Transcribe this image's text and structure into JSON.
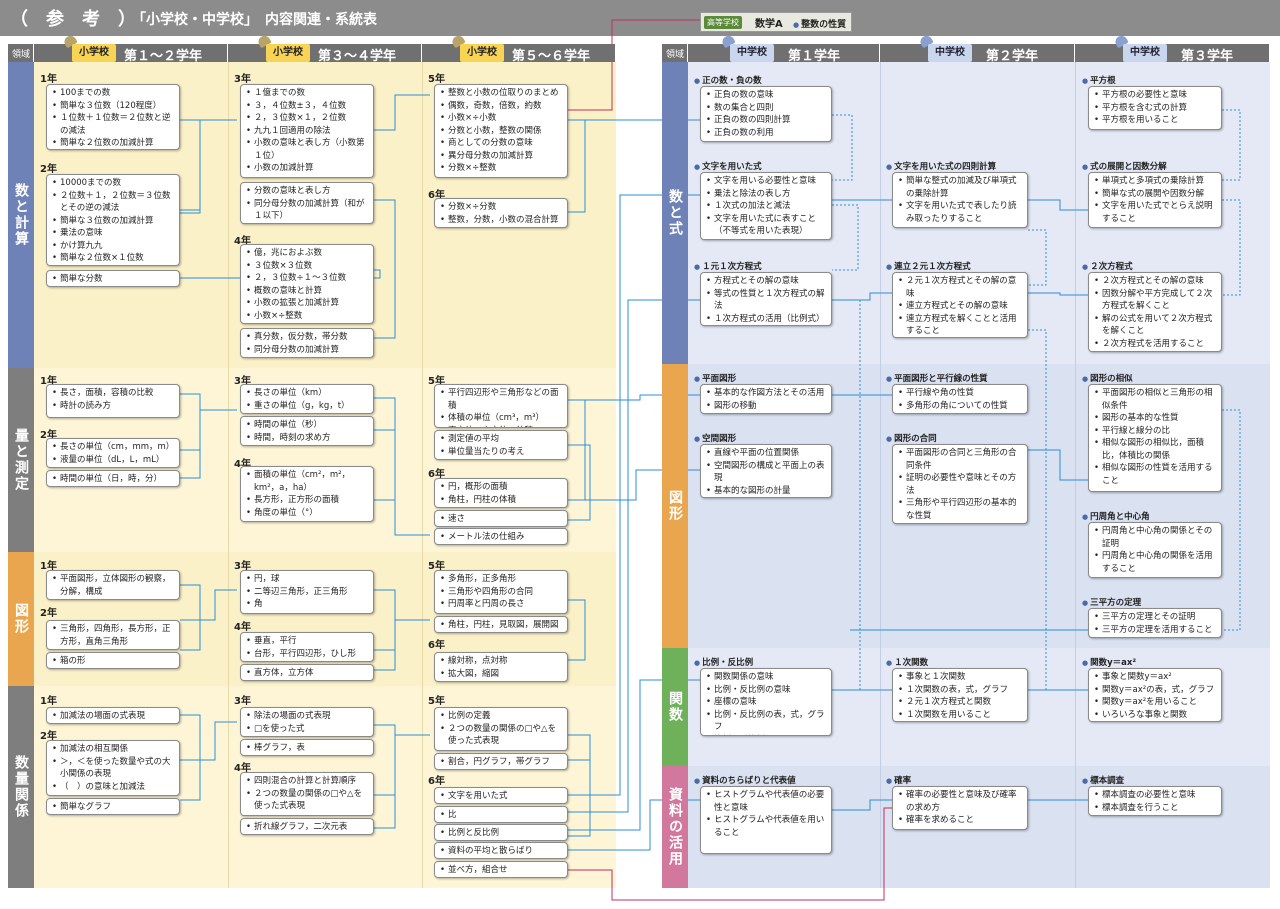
{
  "header": {
    "title": "（　参　考　）",
    "subtitle": "「小学校・中学校」　内容関連・系統表"
  },
  "high_school": {
    "badge": "高等学校",
    "subject": "数学A",
    "topic": "整数の性質"
  },
  "columns": {
    "area_label": "領域",
    "el_badge": "小学校",
    "jh_badge": "中学校",
    "el": [
      "第１～２学年",
      "第３～４学年",
      "第５～６学年"
    ],
    "jh": [
      "第１学年",
      "第２学年",
      "第３学年"
    ]
  },
  "domains_el": [
    "数と計算",
    "量と測定",
    "図形",
    "数量関係"
  ],
  "domains_jh": [
    "数と式",
    "図形",
    "関数",
    "資料の活用"
  ],
  "colors": {
    "el_bg": "#fbf1c8",
    "el_bg_alt": "#fdf7df",
    "jh_bg": "#dde4f3",
    "jh_bg_alt": "#e9eef8",
    "dom_el": [
      "#6e82b8",
      "#7e7e7e",
      "#e9a64e",
      "#7e7e7e"
    ],
    "dom_jh": [
      "#6e82b8",
      "#e9a64e",
      "#6fb15a",
      "#d2789d"
    ],
    "line_solid": "#2b8fd6",
    "line_dotted": "#2b8fd6",
    "line_hs": "#c0305a"
  },
  "years": {
    "y1": "1年",
    "y2": "2年",
    "y3": "3年",
    "y4": "4年",
    "y5": "5年",
    "y6": "6年"
  },
  "boxes": {
    "k12a": [
      "100までの数",
      "簡単な３位数（120程度）",
      "１位数＋１位数＝２位数と逆の減法",
      "簡単な２位数の加減計算"
    ],
    "k12b": [
      "10000までの数",
      "２位数＋１，２位数＝３位数とその逆の減法",
      "簡単な３位数の加減計算",
      "乗法の意味",
      "かけ算九九",
      "簡単な２位数×１位数"
    ],
    "k12c": [
      "簡単な分数"
    ],
    "k34a": [
      "１億までの数",
      "３，４位数±３，４位数",
      "２，３位数×１，２位数",
      "九九１回適用の除法",
      "小数の意味と表し方（小数第１位）",
      "小数の加減計算"
    ],
    "k34b": [
      "分数の意味と表し方",
      "同分母分数の加減計算（和が１以下）"
    ],
    "k34c": [
      "億，兆におよぶ数",
      "３位数×３位数",
      "２，３位数÷１～３位数",
      "概数の意味と計算",
      "小数の拡張と加減計算",
      "小数×÷整数"
    ],
    "k34d": [
      "真分数，仮分数，帯分数",
      "同分母分数の加減計算"
    ],
    "k56a": [
      "整数と小数の位取りのまとめ",
      "偶数，奇数，倍数，約数",
      "小数×÷小数",
      "分数と小数，整数の関係",
      "商としての分数の意味",
      "異分母分数の加減計算",
      "分数×÷整数"
    ],
    "k56b": [
      "分数×÷分数",
      "整数，分数，小数の混合計算"
    ],
    "r12a": [
      "長さ，面積，容積の比較",
      "時計の読み方"
    ],
    "r12b": [
      "長さの単位（cm，mm，m）",
      "液量の単位（dL，L，mL）"
    ],
    "r12c": [
      "時間の単位（日，時，分）"
    ],
    "r34a": [
      "長さの単位（km）",
      "重さの単位（g，kg，t）"
    ],
    "r34b": [
      "時間の単位（秒）",
      "時間，時刻の求め方"
    ],
    "r34c": [
      "面積の単位（cm²，m²，km²，a，ha）",
      "長方形，正方形の面積",
      "角度の単位（°）"
    ],
    "r56a": [
      "平行四辺形や三角形などの面積",
      "体積の単位（cm³，m³）",
      "直方体，立方体の体積"
    ],
    "r56b": [
      "測定値の平均",
      "単位量当たりの考え"
    ],
    "r56c": [
      "円，概形の面積",
      "角柱，円柱の体積"
    ],
    "r56d": [
      "速さ"
    ],
    "r56e": [
      "メートル法の仕組み"
    ],
    "z12a": [
      "平面図形，立体図形の観察，分解，構成"
    ],
    "z12b": [
      "三角形，四角形，長方形，正方形，直角三角形"
    ],
    "z12c": [
      "箱の形"
    ],
    "z34a": [
      "円，球",
      "二等辺三角形，正三角形",
      "角"
    ],
    "z34b": [
      "垂直，平行",
      "台形，平行四辺形，ひし形"
    ],
    "z34c": [
      "直方体，立方体"
    ],
    "z56a": [
      "多角形，正多角形",
      "三角形や四角形の合同",
      "円周率と円周の長さ"
    ],
    "z56b": [
      "角柱，円柱，見取図，展開図"
    ],
    "z56c": [
      "線対称，点対称",
      "拡大図，縮図"
    ],
    "s12a": [
      "加減法の場面の式表現"
    ],
    "s12b": [
      "加減法の相互関係",
      "＞，＜を使った数量や式の大小関係の表現",
      "（　）の意味と加減法"
    ],
    "s12c": [
      "簡単なグラフ"
    ],
    "s34a": [
      "除法の場面の式表現",
      "□を使った式"
    ],
    "s34b": [
      "棒グラフ，表"
    ],
    "s34c": [
      "四則混合の計算と計算順序",
      "２つの数量の関係の□や△を使った式表現"
    ],
    "s34d": [
      "折れ線グラフ，二次元表"
    ],
    "s56a": [
      "比例の定義",
      "２つの数量の関係の□や△を使った式表現"
    ],
    "s56b": [
      "割合，円グラフ，帯グラフ"
    ],
    "s56c": [
      "文字を用いた式"
    ],
    "s56d": [
      "比"
    ],
    "s56e": [
      "比例と反比例"
    ],
    "s56f": [
      "資料の平均と散らばり"
    ],
    "s56g": [
      "並べ方，組合せ"
    ],
    "j1a": [
      "正負の数の意味",
      "数の集合と四則",
      "正負の数の四則計算",
      "正負の数の利用"
    ],
    "j1b": [
      "文字を用いる必要性と意味",
      "乗法と除法の表し方",
      "１次式の加法と減法",
      "文字を用いた式に表すこと（不等式を用いた表現）"
    ],
    "j1c": [
      "方程式とその解の意味",
      "等式の性質と１次方程式の解法",
      "１次方程式の活用（比例式）"
    ],
    "j2a": [
      "簡単な整式の加減及び単項式の乗除計算",
      "文字を用いた式で表したり読み取ったりすること"
    ],
    "j2b": [
      "２元１次方程式とその解の意味",
      "連立方程式とその解の意味",
      "連立方程式を解くことと活用すること"
    ],
    "j3a": [
      "平方根の必要性と意味",
      "平方根を含む式の計算",
      "平方根を用いること"
    ],
    "j3b": [
      "単項式と多項式の乗除計算",
      "簡単な式の展開や因数分解",
      "文字を用いた式でとらえ説明すること"
    ],
    "j3c": [
      "２次方程式とその解の意味",
      "因数分解や平方完成して２次方程式を解くこと",
      "解の公式を用いて２次方程式を解くこと",
      "２次方程式を活用すること"
    ],
    "g1a": [
      "基本的な作図方法とその活用",
      "図形の移動"
    ],
    "g1b": [
      "直線や平面の位置関係",
      "空間図形の構成と平面上の表現",
      "基本的な図形の計量"
    ],
    "g2a": [
      "平行線や角の性質",
      "多角形の角についての性質"
    ],
    "g2b": [
      "平面図形の合同と三角形の合同条件",
      "証明の必要性や意味とその方法",
      "三角形や平行四辺形の基本的な性質"
    ],
    "g3a": [
      "平面図形の相似と三角形の相似条件",
      "図形の基本的な性質",
      "平行線と線分の比",
      "相似な図形の相似比，面積比，体積比の関係",
      "相似な図形の性質を活用すること"
    ],
    "g3b": [
      "円周角と中心角の関係とその証明",
      "円周角と中心角の関係を活用すること"
    ],
    "g3c": [
      "三平方の定理とその証明",
      "三平方の定理を活用すること"
    ],
    "f1a": [
      "関数関係の意味",
      "比例・反比例の意味",
      "座標の意味",
      "比例・反比例の表，式，グラフ",
      "比例・反比例を用いること"
    ],
    "f2a": [
      "事象と１次関数",
      "１次関数の表，式，グラフ",
      "２元１次方程式と関数",
      "１次関数を用いること"
    ],
    "f3a": [
      "事象と関数y＝ax²",
      "関数y＝ax²の表，式，グラフ",
      "関数y＝ax²を用いること",
      "いろいろな事象と関数"
    ],
    "d1a": [
      "ヒストグラムや代表値の必要性と意味",
      "ヒストグラムや代表値を用いること"
    ],
    "d2a": [
      "確率の必要性と意味及び確率の求め方",
      "確率を求めること"
    ],
    "d3a": [
      "標本調査の必要性と意味",
      "標本調査を行うこと"
    ]
  },
  "titles": {
    "j1a": "正の数・負の数",
    "j1b": "文字を用いた式",
    "j1c": "１元１次方程式",
    "j2a": "文字を用いた式の四則計算",
    "j2b": "連立２元１次方程式",
    "j3a": "平方根",
    "j3b": "式の展開と因数分解",
    "j3c": "２次方程式",
    "g1a": "平面図形",
    "g1b": "空間図形",
    "g2a": "平面図形と平行線の性質",
    "g2b": "図形の合同",
    "g3a": "図形の相似",
    "g3b": "円周角と中心角",
    "g3c": "三平方の定理",
    "f1a": "比例・反比例",
    "f2a": "１次関数",
    "f3a": "関数y＝ax²",
    "d1a": "資料のちらばりと代表値",
    "d2a": "確率",
    "d3a": "標本調査"
  }
}
